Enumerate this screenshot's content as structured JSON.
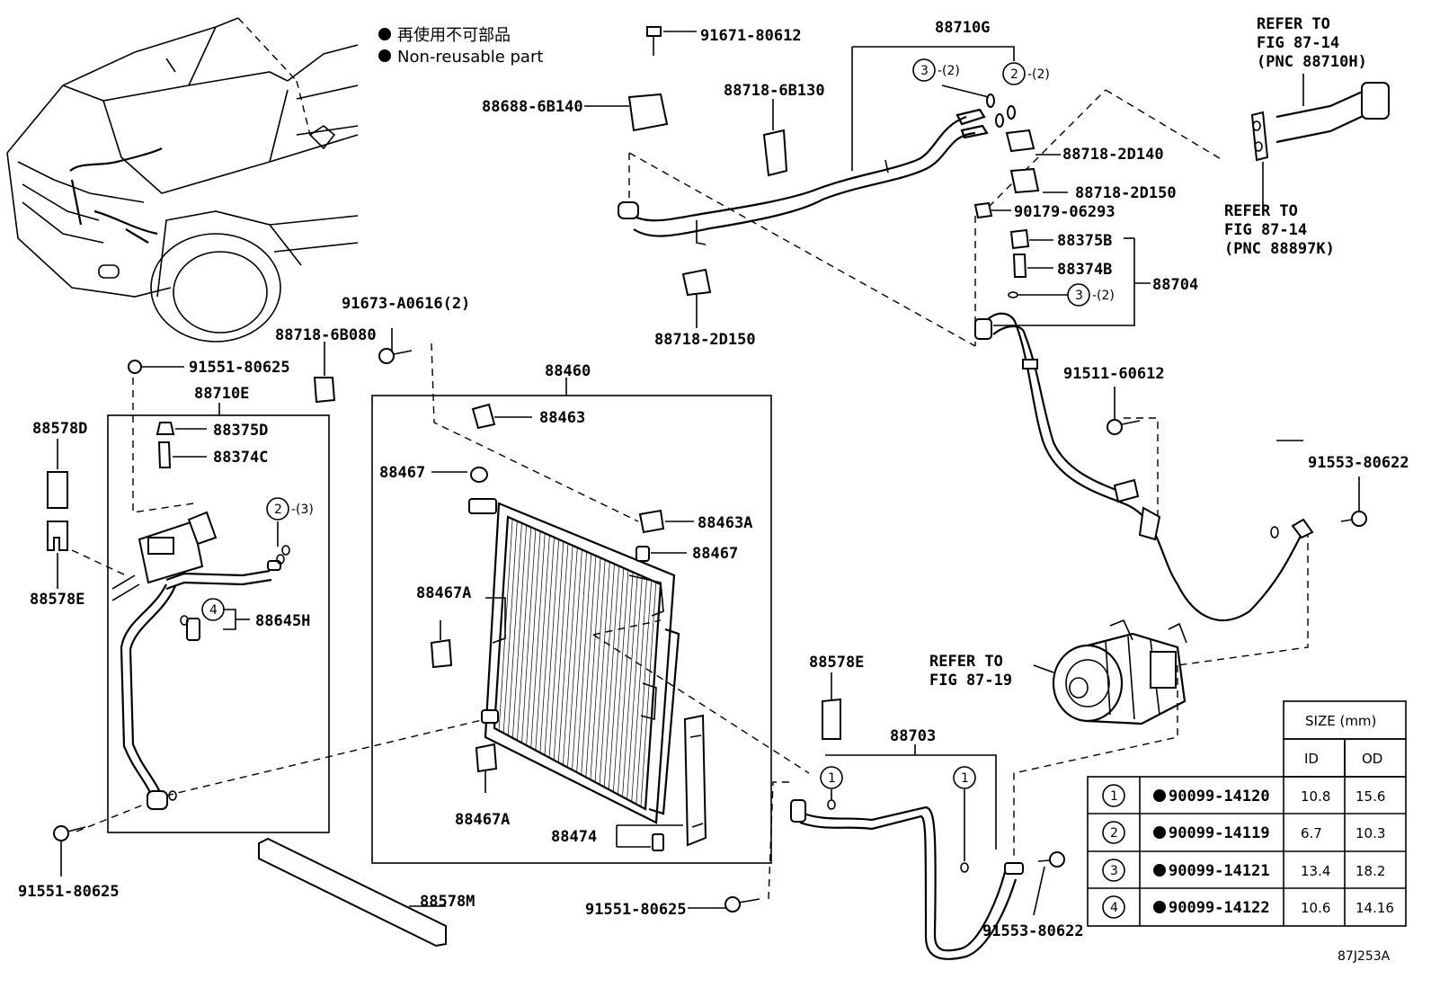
{
  "legend": {
    "jp": "再使用不可部品",
    "en": "Non-reusable part"
  },
  "refs": {
    "top_right_1": [
      "REFER TO",
      "FIG 87-14",
      "(PNC 88710H)"
    ],
    "top_right_2": [
      "REFER TO",
      "FIG 87-14",
      "(PNC 88897K)"
    ],
    "compressor": [
      "REFER TO",
      "FIG 87-19"
    ]
  },
  "labels": {
    "p91671_80612": "91671-80612",
    "p88710G": "88710G",
    "p88688_6B140": "88688-6B140",
    "p88718_6B130": "88718-6B130",
    "p88718_2D140": "88718-2D140",
    "p88718_2D150_a": "88718-2D150",
    "p90179_06293": "90179-06293",
    "p88375B": "88375B",
    "p88374B": "88374B",
    "p88704": "88704",
    "p88718_2D150_b": "88718-2D150",
    "p91673_A0616": "91673-A0616(2)",
    "p88718_6B080": "88718-6B080",
    "p91551_80625_a": "91551-80625",
    "p88710E": "88710E",
    "p88460": "88460",
    "p88463": "88463",
    "p88578D": "88578D",
    "p88375D": "88375D",
    "p88374C": "88374C",
    "p88467_a": "88467",
    "p88463A": "88463A",
    "p88467_b": "88467",
    "p88467A_a": "88467A",
    "p88578E_a": "88578E",
    "p88645H": "88645H",
    "p88467A_b": "88467A",
    "p88474": "88474",
    "p91511_60612": "91511-60612",
    "p91553_80622_a": "91553-80622",
    "p88578E_b": "88578E",
    "p88703": "88703",
    "p91551_80625_b": "91551-80625",
    "p88578M": "88578M",
    "p91551_80625_c": "91551-80625",
    "p91553_80622_b": "91553-80622"
  },
  "callouts": {
    "c3_qty2_top": "-(2)",
    "c2_qty2_top": "-(2)",
    "c3_qty2_mid": "-(2)",
    "c2_qty3": "-(3)"
  },
  "size_table": {
    "header": "SIZE (mm)",
    "columns": [
      "ID",
      "OD"
    ],
    "rows": [
      {
        "num": "1",
        "part": "90099-14120",
        "id": "10.8",
        "od": "15.6"
      },
      {
        "num": "2",
        "part": "90099-14119",
        "id": "6.7",
        "od": "10.3"
      },
      {
        "num": "3",
        "part": "90099-14121",
        "id": "13.4",
        "od": "18.2"
      },
      {
        "num": "4",
        "part": "90099-14122",
        "id": "10.6",
        "od": "14.16"
      }
    ]
  },
  "figure_code": "87J253A"
}
